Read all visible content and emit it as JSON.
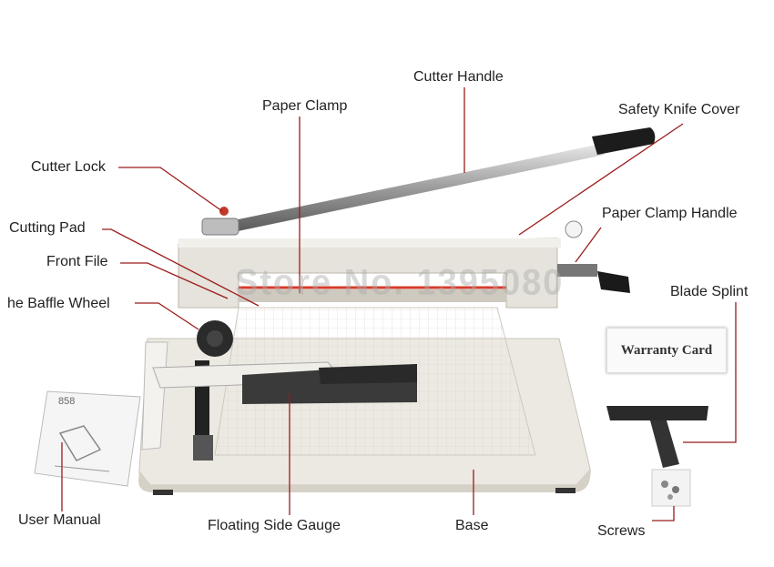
{
  "labels": {
    "cutter_handle": "Cutter Handle",
    "paper_clamp": "Paper Clamp",
    "safety_knife_cover": "Safety Knife Cover",
    "cutter_lock": "Cutter Lock",
    "cutting_pad": "Cutting Pad",
    "paper_clamp_handle": "Paper Clamp Handle",
    "front_file": "Front File",
    "baffle_wheel": "he Baffle Wheel",
    "blade_splint": "Blade Splint",
    "user_manual": "User Manual",
    "floating_side_gauge": "Floating Side Gauge",
    "base": "Base",
    "screws": "Screws"
  },
  "warranty_card": "Warranty Card",
  "manual_model": "858",
  "watermark": "Store No. 1395080",
  "colors": {
    "leader_line": "#9b1b1b",
    "machine_body": "#e9e6df",
    "blade_accent": "#d63a2a"
  }
}
